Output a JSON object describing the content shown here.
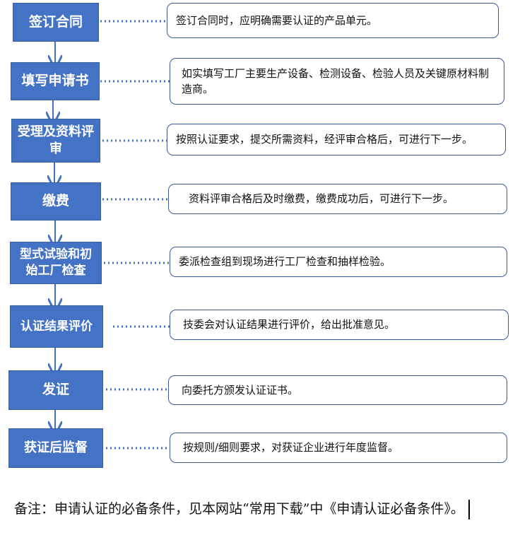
{
  "steps": [
    {
      "label": "签订合同",
      "note": "签订合同时，应明确需要认证的产品单元。"
    },
    {
      "label": "填写申请书",
      "note": "如实填写工厂主要生产设备、检测设备、检验人员及关键原材料制造商。"
    },
    {
      "label": "受理及资料评审",
      "note": "按照认证要求，提交所需资料，经评审合格后，可进行下一步。"
    },
    {
      "label": "缴费",
      "note": "资料评审合格后及时缴费，缴费成功后，可进行下一步。"
    },
    {
      "label": "型式试验和初始工厂检查",
      "note": "委派检查组到现场进行工厂检查和抽样检验。"
    },
    {
      "label": "认证结果评价",
      "note": "技委会对认证结果进行评价，给出批准意见。"
    },
    {
      "label": "发证",
      "note": "向委托方颁发认证证书。"
    },
    {
      "label": "获证后监督",
      "note": "按规则/细则要求，对获证企业进行年度监督。"
    }
  ],
  "remark": "备注：申请认证的必备条件，见本网站“常用下载”中《申请认证必备条件》。",
  "colors": {
    "box": "#4472c4",
    "connector": "#4472c4",
    "border": "#3b5b98"
  }
}
